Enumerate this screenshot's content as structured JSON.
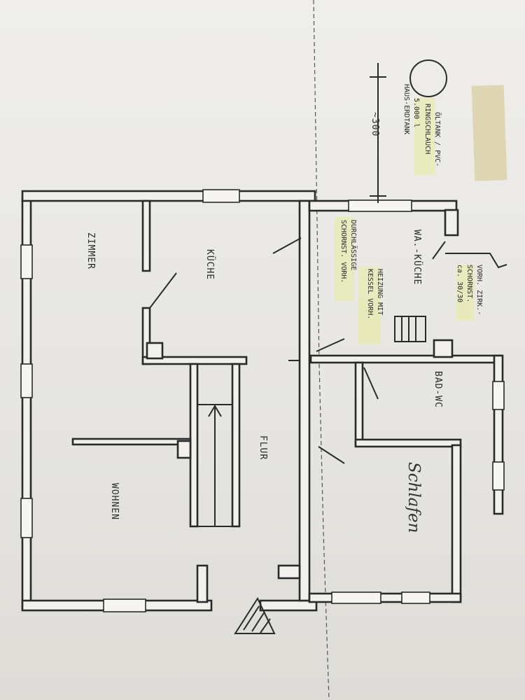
{
  "rooms": {
    "zimmer": "ZIMMER",
    "kueche": "KÜCHE",
    "flur": "FLUR",
    "wohnen": "WOHNEN",
    "waschkueche": "WA.-KÜCHE",
    "bad_wc": "BAD-WC",
    "schlafen": "Schlafen"
  },
  "notes": {
    "dimension": "~300",
    "vorh_line1": "VORH. ZIRK.-",
    "vorh_line2": "SCHORNST.",
    "vorh_line3": "ca. 30/30",
    "pvc_line1": "DURCHLÄSSIGE",
    "pvc_line2": "SCHORNST. VORH.",
    "heizung_line1": "HEIZUNG MIT",
    "heizung_line2": "KESSEL VORH.",
    "oel_line1": "ÖLTANK / PVC-",
    "oel_line2": "RINGSCHLAUCH",
    "tank_line1": "5.000 l",
    "tank_line2": "HAUS-ERDTANK"
  },
  "colors": {
    "paper": "#e9e8e4",
    "ink": "#2a2a2a",
    "highlighter": "#e8ec9c",
    "tape": "#d9cfa0"
  }
}
